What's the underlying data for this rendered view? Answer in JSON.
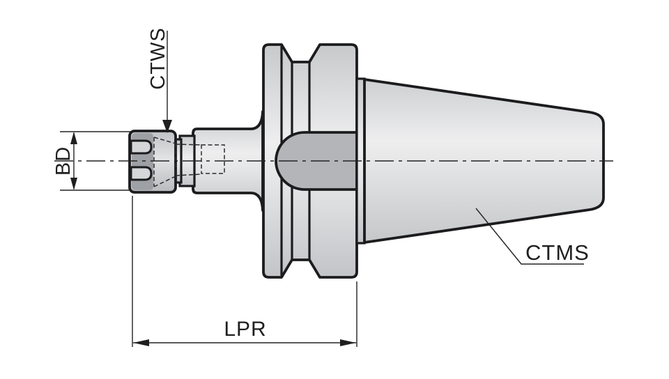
{
  "diagram": {
    "type": "technical-drawing",
    "view": "side-profile",
    "labels": {
      "ctws": "CTWS",
      "bd": "BD",
      "lpr": "LPR",
      "ctms": "CTMS"
    },
    "colors": {
      "line": "#1c1c1e",
      "thin_line": "#222222",
      "body_highlight": "#eeeeef",
      "body_shade": "#c6c8ca",
      "dome_fill": "#b3b5b9",
      "collet_dark": "#9da0a4",
      "slot_fill": "#d6d7d9",
      "background": "#ffffff"
    }
  }
}
